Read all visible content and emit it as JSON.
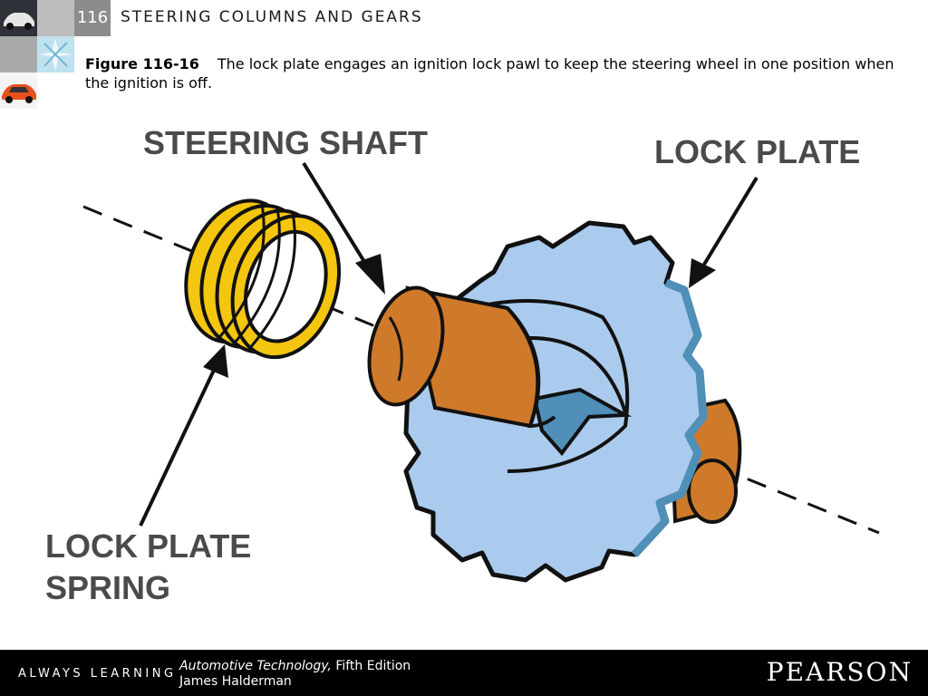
{
  "header": {
    "chapter_number": "116",
    "chapter_title": "STEERING COLUMNS AND GEARS"
  },
  "caption": {
    "figure_label": "Figure 116-16",
    "text": "The lock plate engages an ignition lock pawl to keep the steering wheel in one position when the ignition is off."
  },
  "illustration": {
    "labels": {
      "steering_shaft": "STEERING SHAFT",
      "lock_plate": "LOCK PLATE",
      "spring_line1": "LOCK PLATE",
      "spring_line2": "SPRING"
    },
    "colors": {
      "spring": "#f5c60f",
      "shaft": "#cf7a2a",
      "plate": "#aacbed",
      "plate_edge": "#4f8fb8",
      "outline": "#111111"
    }
  },
  "footer": {
    "tagline": "ALWAYS LEARNING",
    "book_title": "Automotive Technology,",
    "edition": " Fifth Edition",
    "author": "James Halderman",
    "publisher": "PEARSON"
  }
}
